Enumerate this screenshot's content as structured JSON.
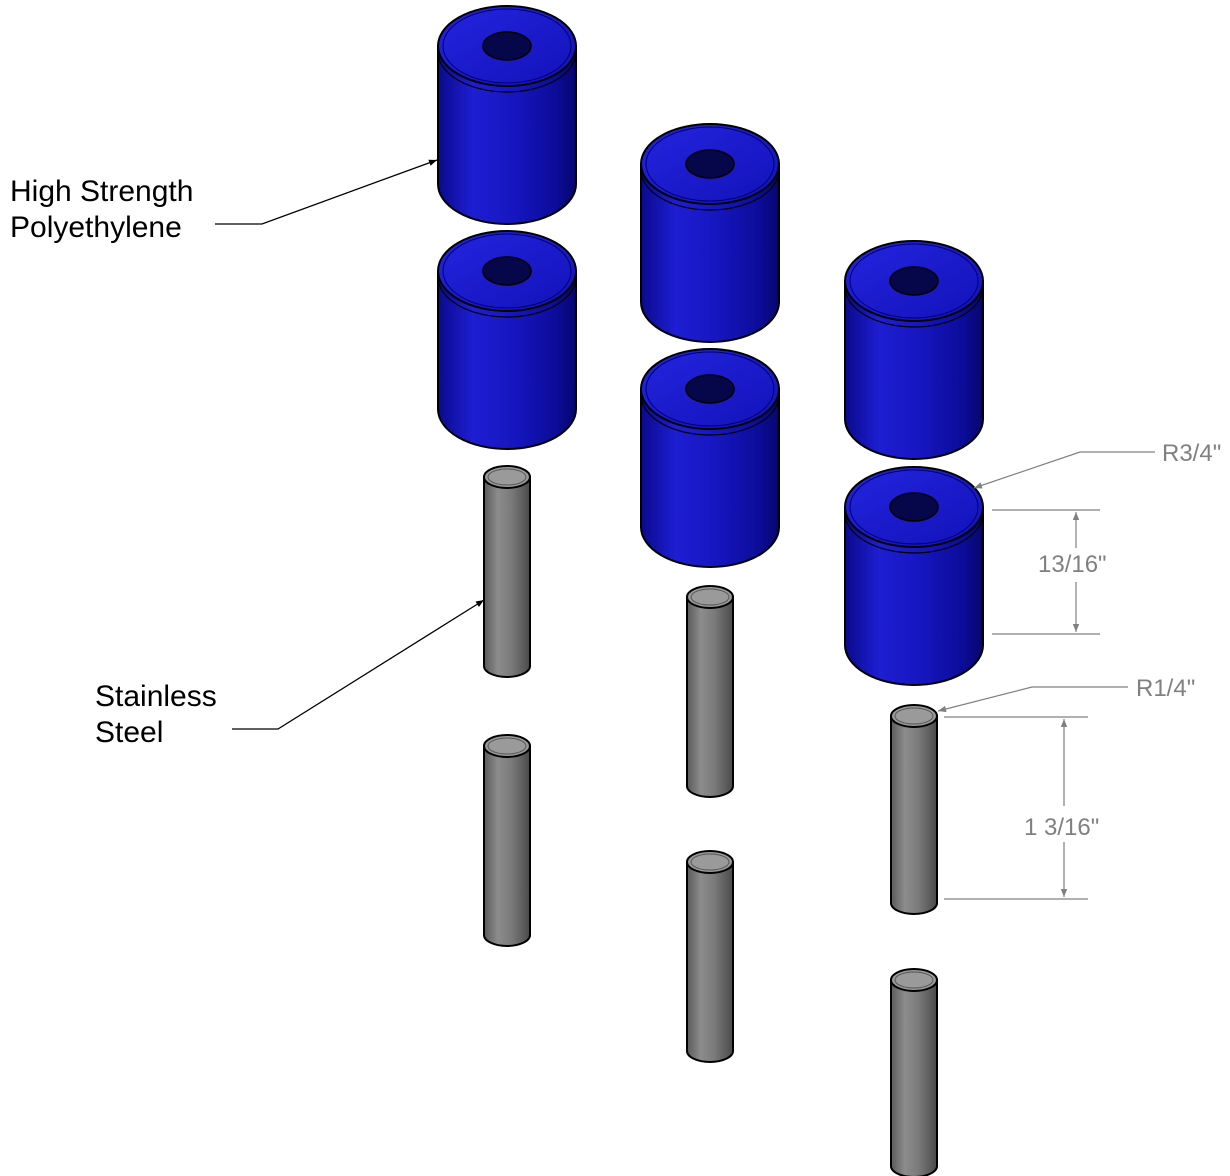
{
  "callouts": {
    "polyethylene": {
      "line1": "High Strength",
      "line2": "Polyethylene"
    },
    "steel": {
      "line1": "Stainless",
      "line2": "Steel"
    }
  },
  "dimensions": {
    "bushing_radius": "R3/4\"",
    "bushing_height": "13/16\"",
    "pin_radius": "R1/4\"",
    "pin_height": "1 3/16\""
  },
  "colors": {
    "bushing": "#1414c8",
    "bushing_dark": "#00006e",
    "pin": "#7d7d7d",
    "pin_dark": "#3c3c3c",
    "dimension_line": "#808080",
    "leader_line": "#000000"
  },
  "parts": {
    "bushing_count": 6,
    "pin_count": 6
  }
}
